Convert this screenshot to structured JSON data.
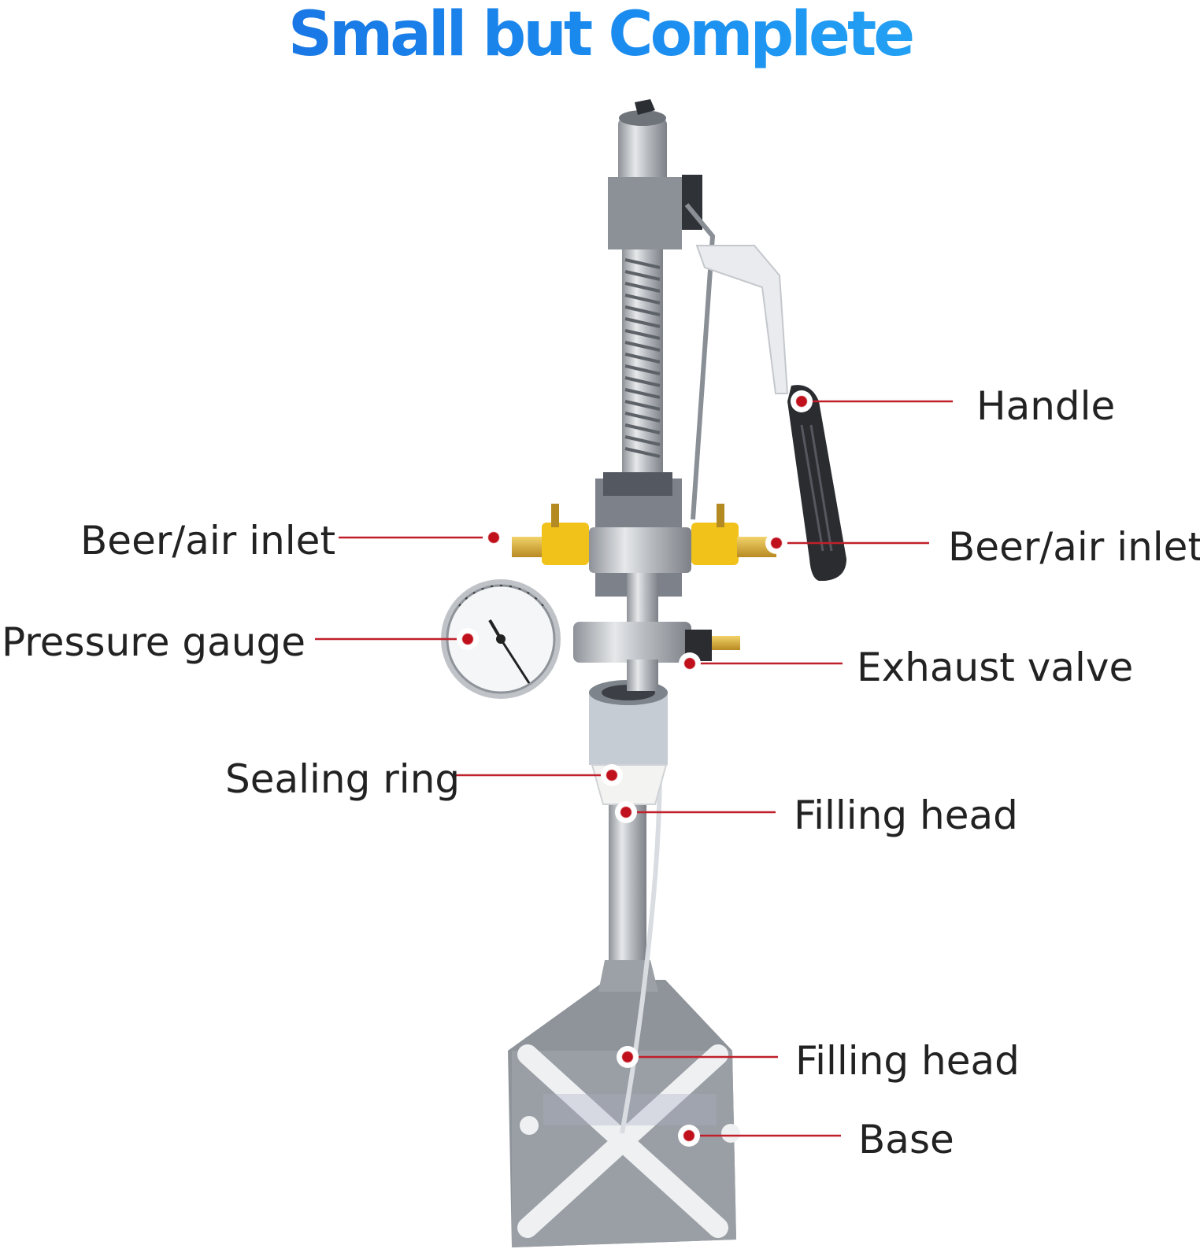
{
  "title": "Small but Complete",
  "colors": {
    "title_start": "#1766dc",
    "title_end": "#2bb6f7",
    "callout_line": "#c0202a",
    "callout_dot": "#c0101c",
    "label_text": "#222222"
  },
  "labels": {
    "handle": "Handle",
    "beer_air_inlet_left": "Beer/air inlet",
    "beer_air_inlet_right": "Beer/air inlet",
    "pressure_gauge": "Pressure gauge",
    "exhaust_valve": "Exhaust valve",
    "sealing_ring": "Sealing ring",
    "filling_head_upper": "Filling head",
    "filling_head_lower": "Filling head",
    "base": "Base"
  }
}
